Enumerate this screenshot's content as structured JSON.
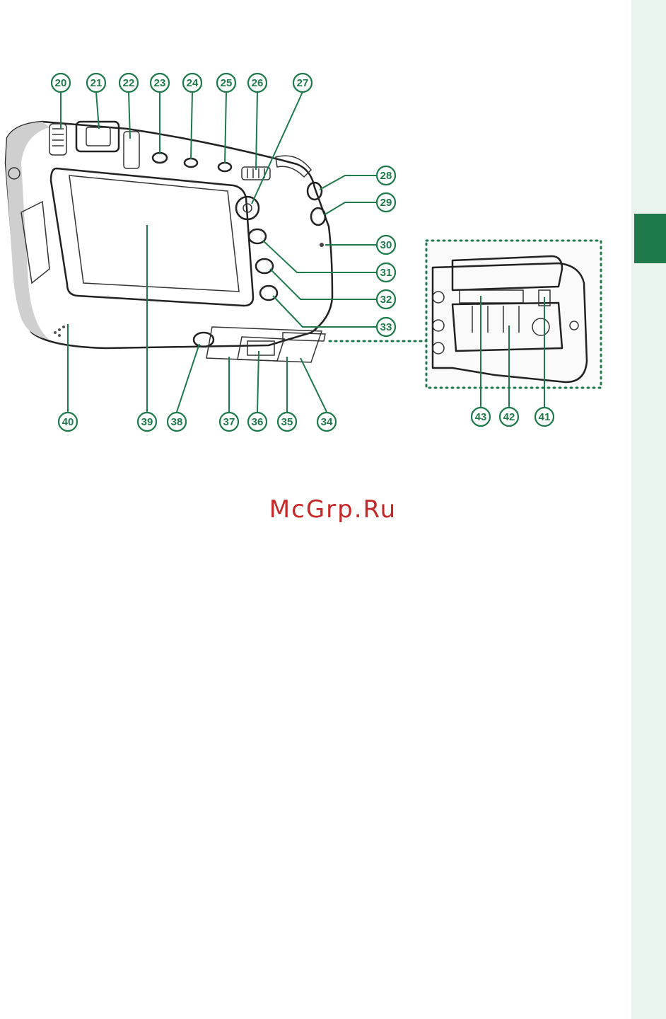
{
  "colors": {
    "accent": "#1e7a4b",
    "side_strip": "#e9f4ee",
    "watermark": "#c62828"
  },
  "diagram": {
    "main_view": "camera-rear-view",
    "inset_view": "battery-chamber-view",
    "callouts": [
      "20",
      "21",
      "22",
      "23",
      "24",
      "25",
      "26",
      "27",
      "28",
      "29",
      "30",
      "31",
      "32",
      "33",
      "34",
      "35",
      "36",
      "37",
      "38",
      "39",
      "40",
      "41",
      "42",
      "43"
    ]
  },
  "watermark": {
    "text": "McGrp.Ru"
  }
}
